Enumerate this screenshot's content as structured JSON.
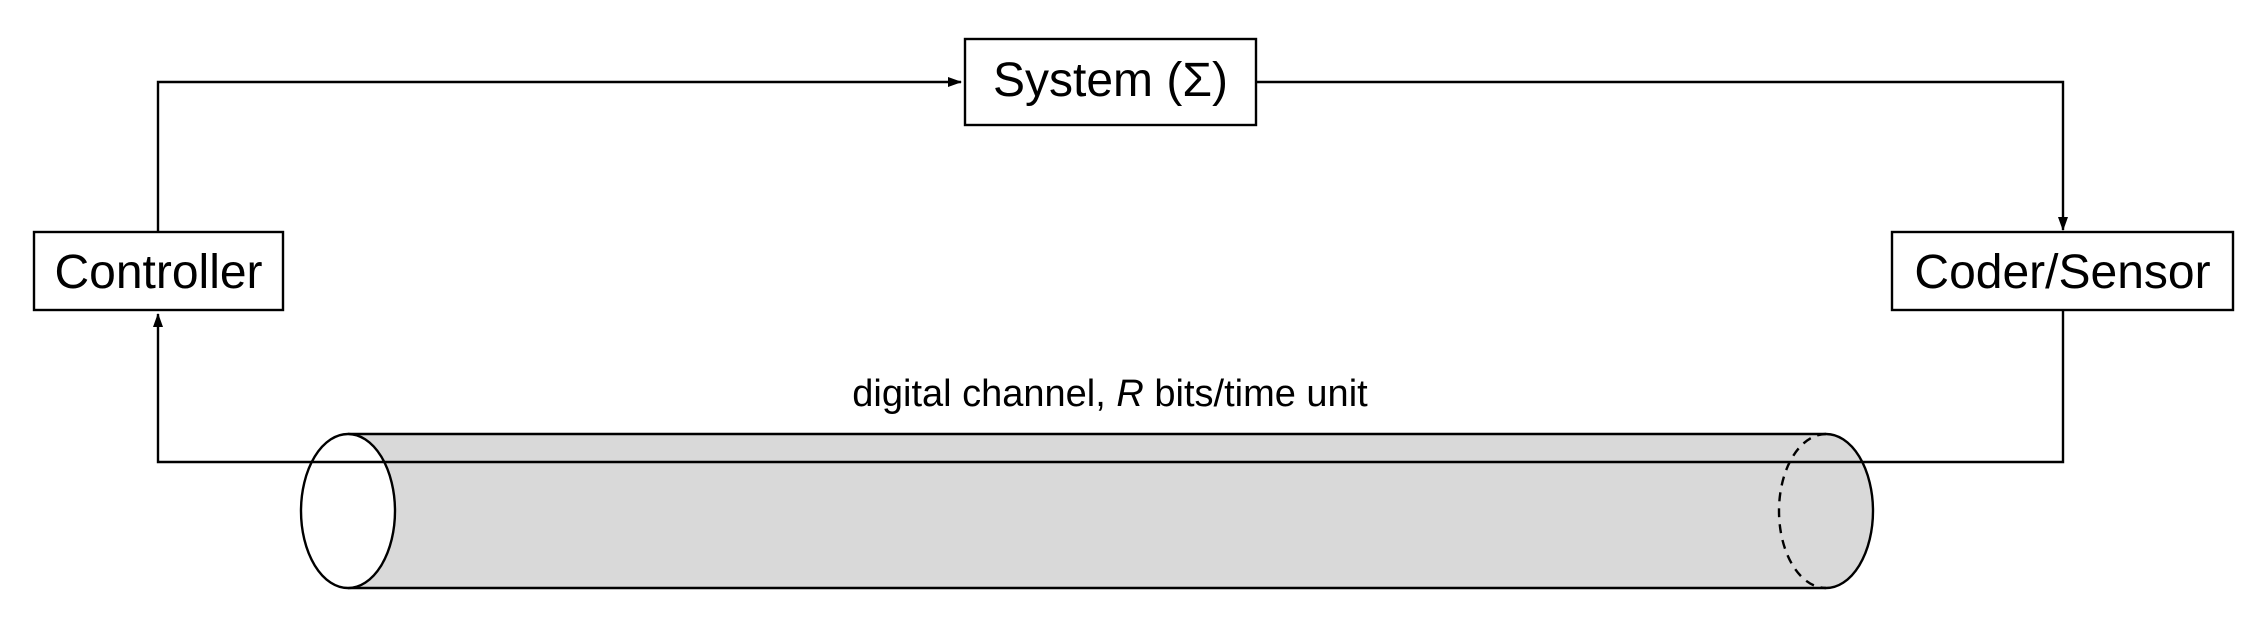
{
  "diagram": {
    "system_label": "System (Σ)",
    "controller_label": "Controller",
    "coder_sensor_label": "Coder/Sensor",
    "channel": {
      "label_prefix": "digital channel, ",
      "label_rate_symbol": "R",
      "label_suffix": " bits/time unit"
    }
  },
  "colors": {
    "line": "#000000",
    "channel_fill": "#d9d9d9",
    "box_fill": "#ffffff"
  }
}
